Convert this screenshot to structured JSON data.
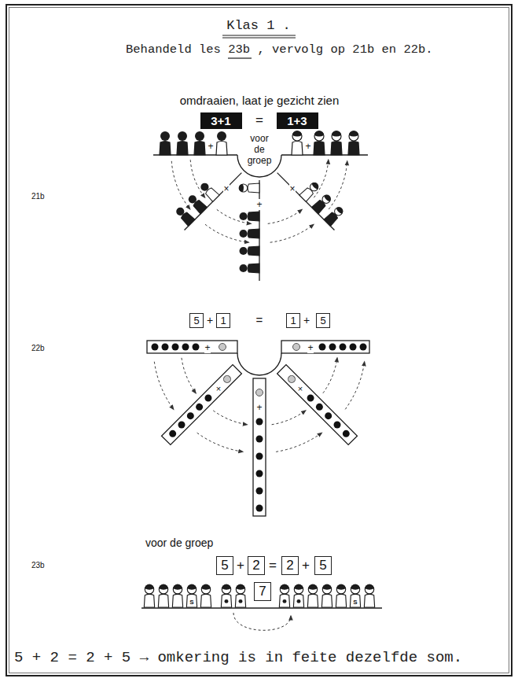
{
  "diagram": {
    "title": "Klas 1 .",
    "caption": "5 + 2 = 2 + 5 → omkering is in feite dezelfde som.",
    "nodes": [
      {
        "text": [
          "3+1"
        ]
      },
      {
        "text": [
          "1+3"
        ]
      },
      {
        "text": [
          "voor de groep"
        ]
      },
      {
        "text": [
          "5"
        ]
      },
      {
        "text": [
          "1"
        ]
      },
      {
        "text": [
          "1"
        ]
      },
      {
        "text": [
          "5"
        ]
      },
      {
        "text": [
          "5"
        ]
      },
      {
        "text": [
          "2"
        ]
      },
      {
        "text": [
          "2"
        ]
      },
      {
        "text": [
          "5"
        ]
      },
      {
        "text": [
          "7"
        ]
      }
    ],
    "labels": [
      "Behandeld les 23b , vervolg op 21b en 22b.",
      "omdraaien, laat je gezicht zien",
      "=",
      "21b",
      "+",
      "+",
      "×",
      "+",
      "×",
      "22b",
      "+",
      "=",
      "+",
      "+",
      "+",
      "×",
      "+",
      "×",
      "voor de groep",
      "23b",
      "+",
      "=",
      "+",
      "S",
      "S"
    ]
  }
}
